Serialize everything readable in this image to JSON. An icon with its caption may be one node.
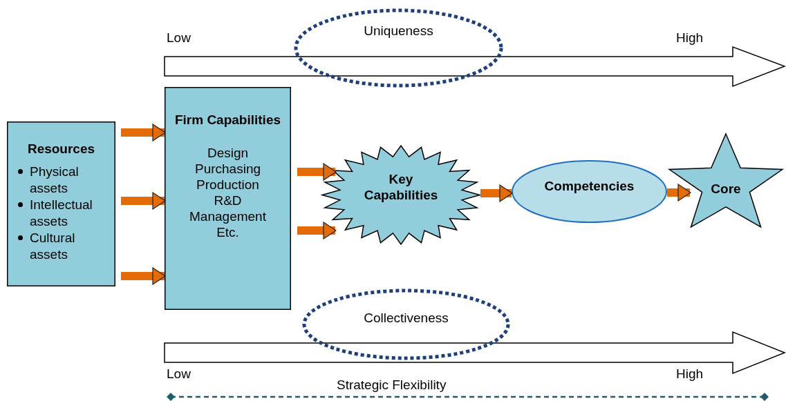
{
  "diagram": {
    "nodes": [
      {
        "text": [
          "Resources",
          "Physical assets",
          "Intellectual assets",
          "Cultural assets"
        ]
      },
      {
        "text": [
          "Firm Capabilities",
          "Design",
          "Purchasing",
          "Production",
          "R&D",
          "Management",
          "Etc."
        ]
      },
      {
        "text": [
          "Key Capabilities"
        ]
      },
      {
        "text": [
          "Competencies"
        ]
      },
      {
        "text": [
          "Core"
        ]
      },
      {
        "text": [
          "Uniqueness"
        ]
      },
      {
        "text": [
          "Collectiveness"
        ]
      }
    ],
    "edges": [
      {
        "from": 0,
        "to": 1,
        "arrow": "to"
      },
      {
        "from": 0,
        "to": 1,
        "arrow": "to"
      },
      {
        "from": 0,
        "to": 1,
        "arrow": "to"
      },
      {
        "from": 1,
        "to": 2,
        "arrow": "to"
      },
      {
        "from": 1,
        "to": 2,
        "arrow": "to"
      },
      {
        "from": 2,
        "to": 3,
        "arrow": "to"
      },
      {
        "from": 3,
        "to": 4,
        "arrow": "to"
      }
    ],
    "labels": [
      "Low",
      "High",
      "Low",
      "High",
      "Strategic Flexibility"
    ]
  }
}
